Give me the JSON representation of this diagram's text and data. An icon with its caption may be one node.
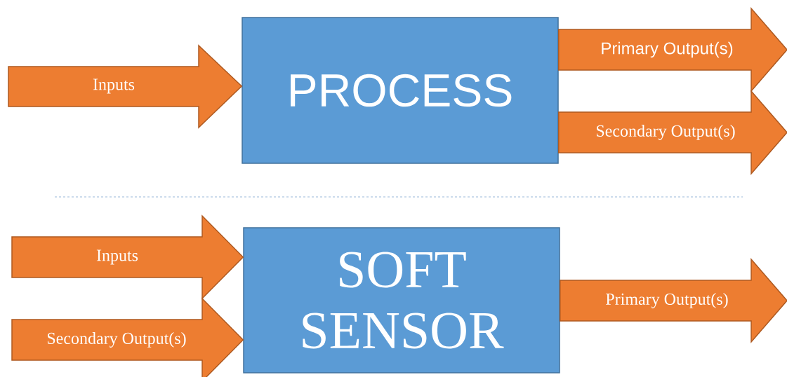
{
  "diagram": {
    "nodes": [
      {
        "text": [
          "PROCESS"
        ]
      },
      {
        "text": [
          "SOFT SENSOR"
        ]
      }
    ],
    "edges": [
      {
        "from": null,
        "to": 0,
        "arrow": "to",
        "label": "Inputs"
      },
      {
        "from": 0,
        "to": null,
        "arrow": "to",
        "label": "Primary Output(s)"
      },
      {
        "from": 0,
        "to": null,
        "arrow": "to",
        "label": "Secondary Output(s)"
      },
      {
        "from": null,
        "to": 1,
        "arrow": "to",
        "label": "Inputs"
      },
      {
        "from": null,
        "to": 1,
        "arrow": "to",
        "label": "Secondary Output(s)"
      },
      {
        "from": 1,
        "to": null,
        "arrow": "to",
        "label": "Primary Output(s)"
      }
    ]
  }
}
